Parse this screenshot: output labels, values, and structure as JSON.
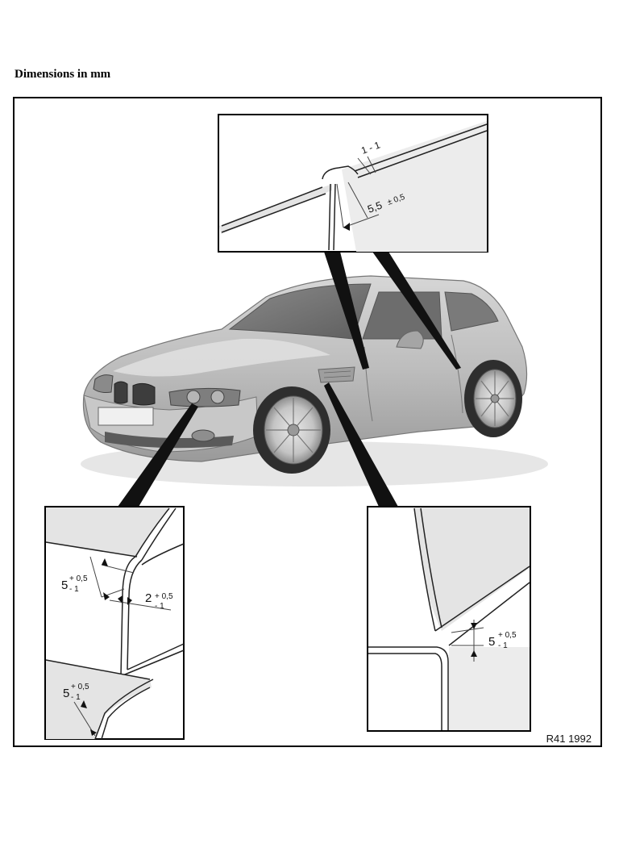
{
  "heading": "Dimensions in mm",
  "reference": "R41 1992",
  "detail_top": {
    "dim_a": "1 - 1",
    "dim_b_value": "5,5",
    "dim_b_tol": "± 0,5"
  },
  "detail_bottom_left": {
    "upper_value": "5",
    "upper_tol_plus": "+ 0,5",
    "upper_tol_minus": "- 1",
    "middle_value": "2",
    "middle_tol_plus": "+ 0,5",
    "middle_tol_minus": "- 1",
    "lower_value": "5",
    "lower_tol_plus": "+ 0,5",
    "lower_tol_minus": "- 1"
  },
  "detail_bottom_right": {
    "value": "5",
    "tol_plus": "+ 0,5",
    "tol_minus": "- 1"
  }
}
